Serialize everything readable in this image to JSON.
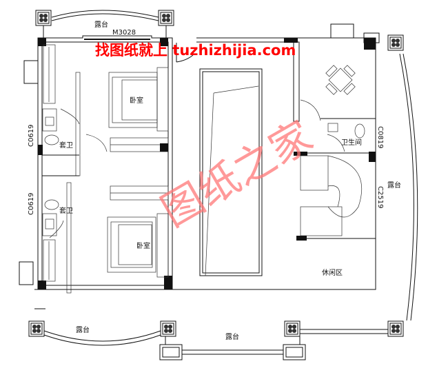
{
  "labels": {
    "terrace_top": "露台",
    "door_top": "M3028",
    "bedroom_top": "卧室",
    "window_left_top": "C0619",
    "ensuite_top": "套卫",
    "ensuite_bottom": "套卫",
    "window_left_bottom": "C0619",
    "bedroom_bottom": "卧室",
    "toilet": "卫生间",
    "window_right": "C0819",
    "terrace_right": "露台",
    "window_stair": "C2519",
    "lounge": "休闲区",
    "terrace_bottom_left": "露台",
    "terrace_bottom": "露台"
  },
  "watermarks": {
    "top": "找图纸就上 tuzhizhijia.com",
    "diagonal": "图纸之家"
  },
  "colors": {
    "walls": "#111111",
    "watermark_top": "#ff0000",
    "watermark_diagonal": "#ff7777"
  }
}
